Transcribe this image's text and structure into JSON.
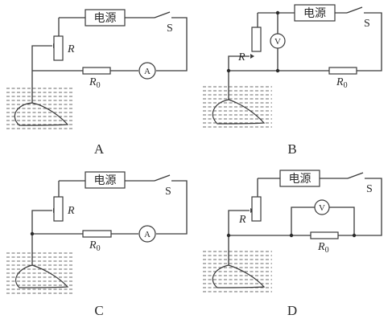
{
  "source_label": "电源",
  "switch_label": "S",
  "rheostat_label": "R",
  "resistor_label": {
    "main": "R",
    "sub": "0"
  },
  "ammeter_symbol": "A",
  "voltmeter_symbol": "V",
  "options": [
    {
      "id": "A",
      "caption": "A",
      "meter": "A"
    },
    {
      "id": "B",
      "caption": "B",
      "meter": "V"
    },
    {
      "id": "C",
      "caption": "C",
      "meter": "A"
    },
    {
      "id": "D",
      "caption": "D",
      "meter": "V"
    }
  ]
}
